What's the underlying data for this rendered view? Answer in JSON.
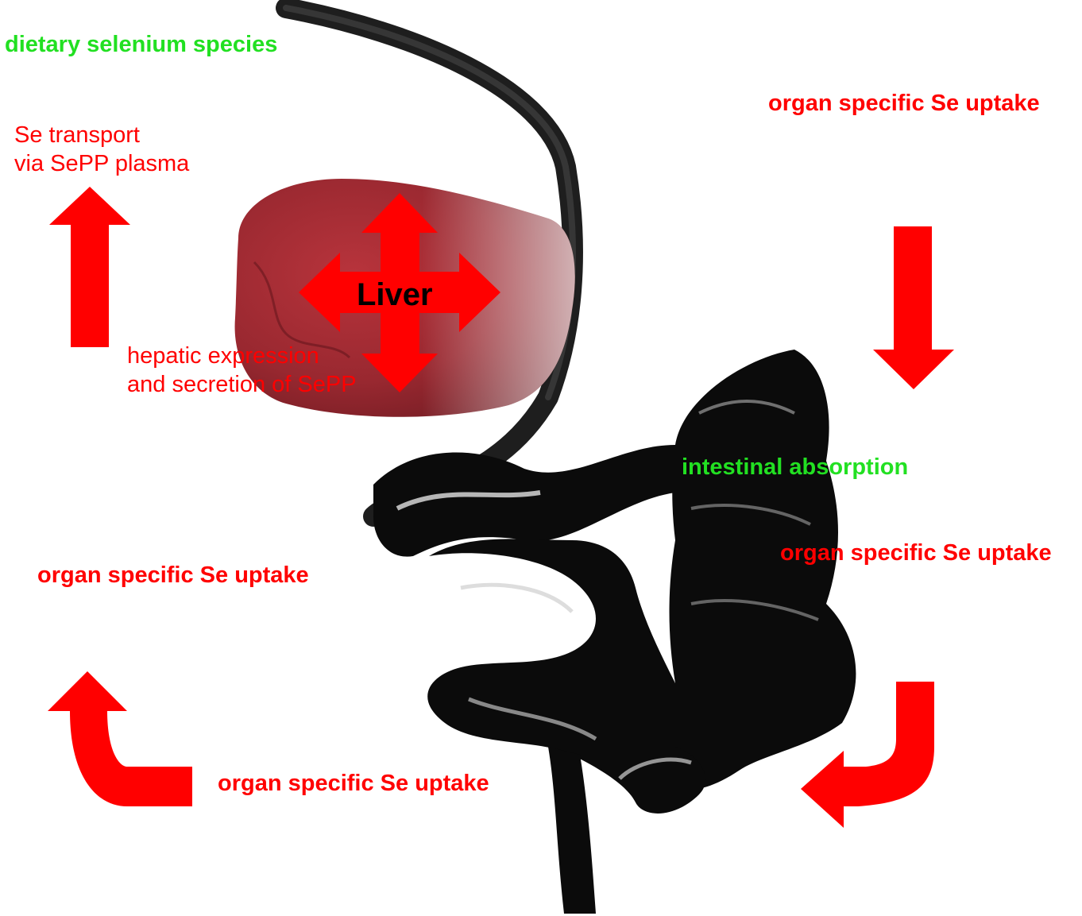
{
  "colors": {
    "accent_red": "#ff0000",
    "label_green": "#22e022",
    "organ_black": "#0b0b0b",
    "liver_red": "#9a2a30",
    "background": "#ffffff"
  },
  "labels": {
    "dietary": "dietary selenium species",
    "se_transport_line1": "Se transport",
    "se_transport_line2": "via SePP plasma",
    "organ_uptake_top_right": "organ specific Se uptake",
    "liver": "Liver",
    "hepatic_line1": "hepatic expression",
    "hepatic_line2": "and secretion of SePP",
    "intestinal": "intestinal absorption",
    "organ_uptake_mid_right": "organ specific Se uptake",
    "organ_uptake_left": "organ specific Se uptake",
    "organ_uptake_bottom": "organ specific Se uptake"
  },
  "icons": {
    "liver_image": "liver-illustration",
    "gut_image": "gastrointestinal-tract-illustration",
    "arrow_up_left": "arrow-up-icon",
    "arrow_down_right": "arrow-down-icon",
    "cross_arrow": "four-way-arrow-icon",
    "curved_arrow_left": "curved-arrow-up-icon",
    "curved_arrow_right": "curved-arrow-left-icon"
  }
}
